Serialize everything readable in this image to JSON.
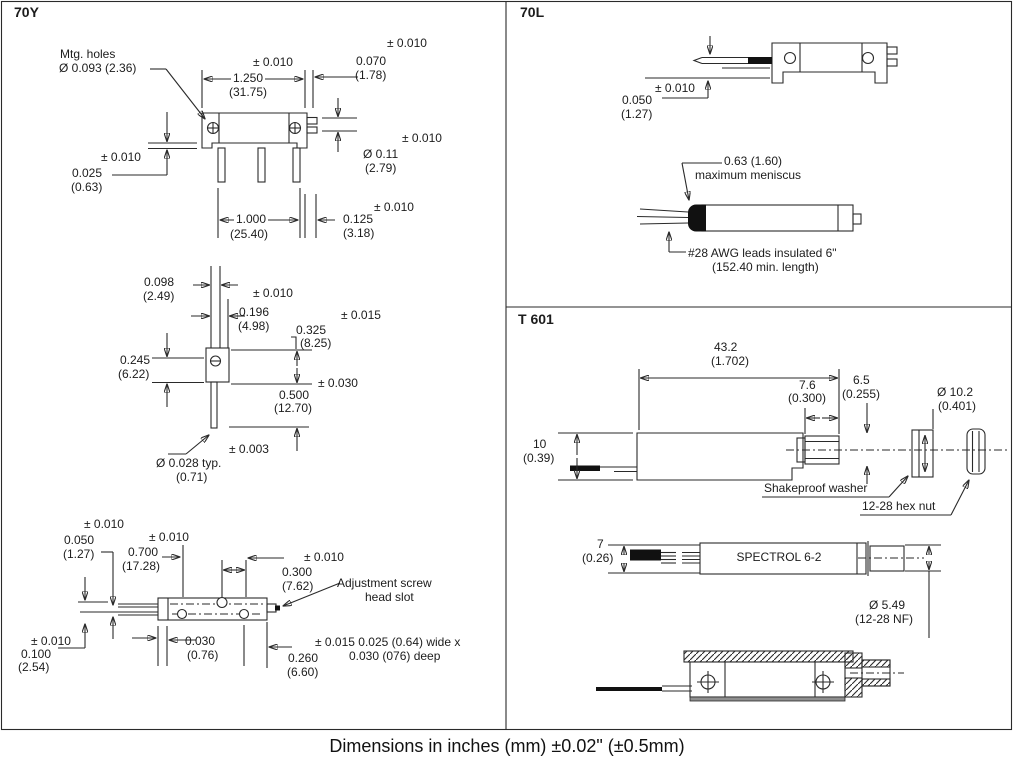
{
  "y70": {
    "title": "70Y",
    "side": {
      "mtg1": "Mtg. holes",
      "mtg2": "Ø 0.093 (2.36)",
      "width_tol": "± 0.010",
      "width_in": "1.250",
      "width_mm": "(31.75)",
      "pinpitch_tol": "± 0.010",
      "pinpitch_in": "0.070",
      "pinpitch_mm": "(1.78)",
      "pindia_tol": "± 0.010",
      "pindia_in": "Ø 0.11",
      "pindia_mm": "(2.79)",
      "standoff_tol": "± 0.010",
      "standoff_in": "0.025",
      "standoff_mm": "(0.63)",
      "span_in": "1.000",
      "span_mm": "(25.40)",
      "tab_tol": "± 0.010",
      "tab_in": "0.125",
      "tab_mm": "(3.18)"
    },
    "end": {
      "slot_in": "0.098",
      "slot_mm": "(2.49)",
      "head_tol": "± 0.010",
      "head_in": "0.196",
      "head_mm": "(4.98)",
      "height_tol": "± 0.015",
      "height_in": "0.325",
      "height_mm": "(8.25)",
      "width_in": "0.245",
      "width_mm": "(6.22)",
      "lead_tol": "± 0.030",
      "lead_in": "0.500",
      "lead_mm": "(12.70)",
      "dia_tol": "± 0.003",
      "dia_in": "Ø 0.028 typ.",
      "dia_mm": "(0.71)"
    },
    "top": {
      "d1_tol": "± 0.010",
      "d1_in": "0.050",
      "d1_mm": "(1.27)",
      "d2_tol": "± 0.010",
      "d2_in": "0.700",
      "d2_mm": "(17.28)",
      "d3_tol": "± 0.010",
      "d3_in": "0.300",
      "d3_mm": "(7.62)",
      "screw1": "Adjustment screw",
      "screw2": "head slot",
      "d4_tol": "± 0.010",
      "d4_in": "0.100",
      "d4_mm": "(2.54)",
      "d5_in": "0.030",
      "d5_mm": "(0.76)",
      "d6_in": "0.260",
      "d6_mm": "(6.60)",
      "slotnote1": "± 0.015 0.025 (0.64) wide x",
      "slotnote2": "0.030 (076) deep"
    }
  },
  "l70": {
    "title": "70L",
    "offset_tol": "± 0.010",
    "offset_in": "0.050",
    "offset_mm": "(1.27)",
    "meniscus1": "0.63 (1.60)",
    "meniscus2": "maximum meniscus",
    "leads1": "#28 AWG leads insulated 6\"",
    "leads2": "(152.40 min. length)"
  },
  "t601": {
    "title": "T 601",
    "len_mm": "43.2",
    "len_in": "(1.702)",
    "bush_mm": "7.6",
    "bush_in": "(0.300)",
    "shaft_mm": "6.5",
    "shaft_in": "(0.255)",
    "washer_mm": "Ø 10.2",
    "washer_in": "(0.401)",
    "body_mm": "10",
    "body_in": "(0.39)",
    "washer_label": "Shakeproof washer",
    "nut_label": "12-28 hex nut",
    "lead_mm": "7",
    "lead_in": "(0.26)",
    "brand": "SPECTROL 6-2",
    "thread_mm": "Ø 5.49",
    "thread_in": "(12-28 NF)"
  },
  "caption": "Dimensions in inches (mm) ±0.02\" (±0.5mm)"
}
